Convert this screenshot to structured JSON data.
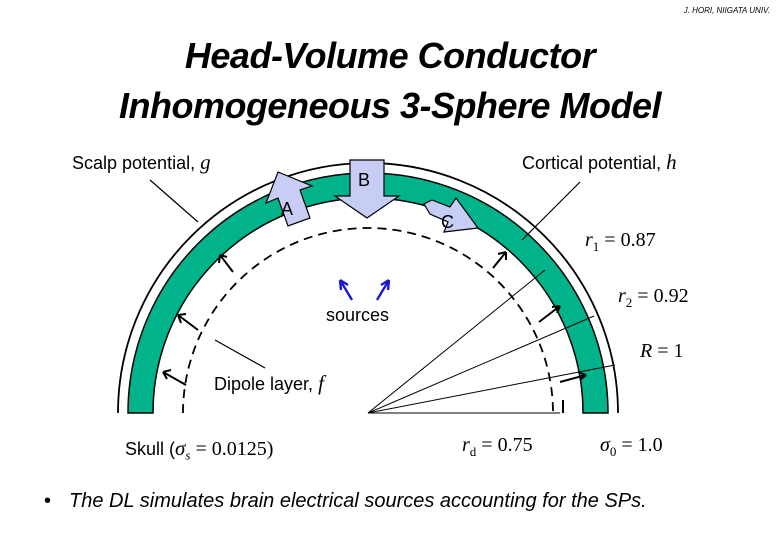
{
  "credit": "J. HORI, NIIGATA UNIV.",
  "title": {
    "line1": "Head-Volume Conductor",
    "line2": "Inhomogeneous 3-Sphere Model"
  },
  "labels": {
    "scalp": "Scalp potential, ",
    "scalp_var": "g",
    "cortical": "Cortical potential, ",
    "cortical_var": "h",
    "arrow_a": "A",
    "arrow_b": "B",
    "arrow_c": "C",
    "r1_var": "r",
    "r1_sub": "1",
    "r1_val": " = 0.87",
    "r2_var": "r",
    "r2_sub": "2",
    "r2_val": " = 0.92",
    "R_var": "R",
    "R_val": " = 1",
    "sources": "sources",
    "dipole": "Dipole layer, ",
    "dipole_var": "f",
    "skull_pre": "Skull (",
    "skull_sigma": "σ",
    "skull_sub": "s",
    "skull_val": " = 0.0125)",
    "rd_var": "r",
    "rd_sub": "d",
    "rd_val": " = 0.75",
    "sigma0": "σ",
    "sigma0_sub": "0",
    "sigma0_val": " = 1.0"
  },
  "bullet": {
    "symbol": "•",
    "text": "The DL simulates brain electrical sources accounting for the SPs."
  },
  "colors": {
    "cortex": "#00b38a",
    "arrow_fill": "#c8cdf5",
    "source_arrow": "#1a1ad6"
  }
}
